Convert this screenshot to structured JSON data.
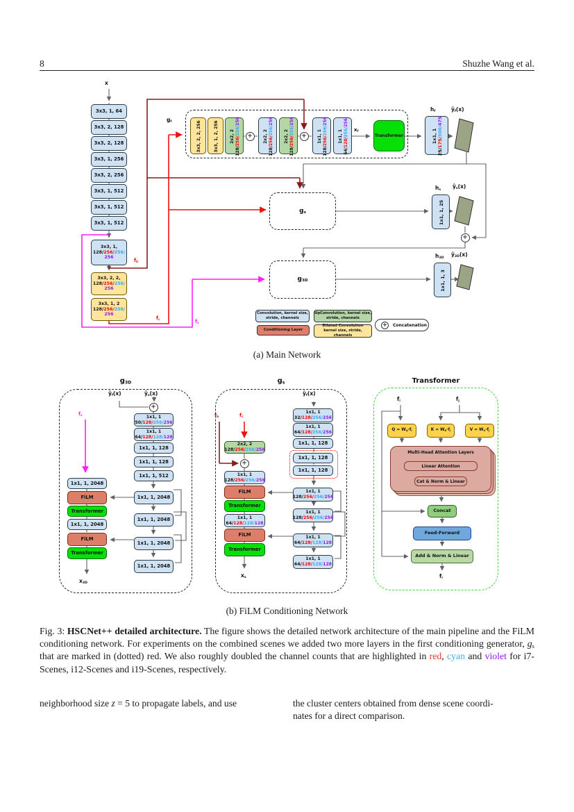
{
  "header": {
    "page_number": "8",
    "running_title": "Shuzhe Wang et al."
  },
  "symbols": {
    "oplus": "+"
  },
  "fig_a": {
    "caption": "(a) Main Network",
    "input": "x",
    "labels": {
      "gf": [
        [
          "g",
          ""
        ],
        [
          "f",
          "sub"
        ]
      ],
      "gs": [
        [
          "g",
          ""
        ],
        [
          "s",
          "sub"
        ]
      ],
      "g3d": [
        [
          "g",
          ""
        ],
        [
          "3D",
          "sub"
        ]
      ],
      "xf": [
        [
          "x",
          ""
        ],
        [
          "f",
          "sub"
        ]
      ],
      "hf": [
        [
          "h",
          ""
        ],
        [
          "f",
          "sub"
        ]
      ],
      "hs": [
        [
          "h",
          ""
        ],
        [
          "s",
          "sub"
        ]
      ],
      "h3d": [
        [
          "h",
          ""
        ],
        [
          "3D",
          "sub"
        ]
      ],
      "yf": [
        [
          "ŷ",
          ""
        ],
        [
          "f",
          "sub"
        ],
        [
          "(x)",
          ""
        ]
      ],
      "ys": [
        [
          "ŷ",
          ""
        ],
        [
          "s",
          "sub"
        ],
        [
          "(x)",
          ""
        ]
      ],
      "y3d": [
        [
          "ŷ",
          ""
        ],
        [
          "3D",
          "sub"
        ],
        [
          "(x)",
          ""
        ]
      ],
      "fb": [
        [
          "f",
          ""
        ],
        [
          "b",
          "sub"
        ]
      ],
      "fc": [
        [
          "f",
          ""
        ],
        [
          "c",
          "sub"
        ]
      ],
      "fs": [
        [
          "f",
          ""
        ],
        [
          "s",
          "sub"
        ]
      ]
    },
    "backbone": [
      "3x3, 1, 64",
      "3x3, 2, 128",
      "3x3, 2, 128",
      "3x3, 1, 256",
      "3x3, 2, 256",
      "3x3, 1, 512",
      "3x3, 1, 512",
      "3x3, 1, 512"
    ],
    "bottleneck": [
      [
        [
          "3x3, 1,",
          ""
        ]
      ],
      [
        [
          "128/",
          ""
        ],
        [
          "256/",
          "ch-r"
        ],
        [
          "256/",
          "ch-c"
        ]
      ],
      [
        [
          "256",
          "ch-v"
        ]
      ]
    ],
    "dilated1": [
      [
        [
          "3x3, 2, 2,",
          ""
        ]
      ],
      [
        [
          "128/",
          ""
        ],
        [
          "256/",
          "ch-r"
        ],
        [
          "256/",
          "ch-c"
        ]
      ],
      [
        [
          "256",
          "ch-v"
        ]
      ]
    ],
    "dilated2": [
      [
        [
          "3x3, 1, 2",
          ""
        ]
      ],
      [
        [
          "128/",
          ""
        ],
        [
          "256/",
          "ch-r"
        ],
        [
          "256/",
          "ch-c"
        ]
      ],
      [
        [
          "256",
          "ch-v"
        ]
      ]
    ],
    "gf": [
      [
        [
          [
            "3x3, 2, 2, 256",
            ""
          ]
        ]
      ],
      [
        [
          [
            "3x3, 1, 2, 256",
            ""
          ]
        ]
      ],
      [
        [
          [
            "2x2, 2",
            ""
          ]
        ],
        [
          [
            "128/",
            ""
          ],
          [
            "256/",
            "ch-r"
          ],
          [
            "256/",
            "ch-c"
          ],
          [
            "256",
            "ch-v"
          ]
        ]
      ],
      [
        [
          [
            "2x2, 2",
            ""
          ]
        ],
        [
          [
            "128/",
            ""
          ],
          [
            "256/",
            "ch-r"
          ],
          [
            "256/",
            "ch-c"
          ],
          [
            "256",
            "ch-v"
          ]
        ]
      ],
      [
        [
          [
            "2x2, 2",
            ""
          ]
        ],
        [
          [
            "128/",
            ""
          ],
          [
            "256/",
            "ch-r"
          ],
          [
            "256/",
            "ch-c"
          ],
          [
            "256",
            "ch-v"
          ]
        ]
      ],
      [
        [
          [
            "1x1, 1",
            ""
          ]
        ],
        [
          [
            "128/",
            ""
          ],
          [
            "256/",
            "ch-r"
          ],
          [
            "256/",
            "ch-c"
          ],
          [
            "256",
            "ch-v"
          ]
        ]
      ],
      [
        [
          [
            "1x1, 1",
            ""
          ]
        ],
        [
          [
            "64/",
            ""
          ],
          [
            "128/",
            "ch-r"
          ],
          [
            "256/",
            "ch-c"
          ],
          [
            "256",
            "ch-v"
          ]
        ]
      ]
    ],
    "transformer": "Transformer",
    "hf": [
      [
        [
          "1x1, 1",
          ""
        ]
      ],
      [
        [
          "25/",
          ""
        ],
        [
          "175/",
          "ch-r"
        ],
        [
          "300/",
          "ch-c"
        ],
        [
          "475",
          "ch-v"
        ]
      ]
    ],
    "hs": [
      [
        [
          "1x1, 1, 25",
          ""
        ]
      ]
    ],
    "h3d": [
      [
        [
          "1x1, 1, 3",
          ""
        ]
      ]
    ]
  },
  "legend": {
    "conv": [
      [
        [
          "Convolution, kernel size,",
          ""
        ]
      ],
      [
        [
          "stride, channels",
          ""
        ]
      ]
    ],
    "upconv": [
      [
        [
          "UpConvolution, kernel size,",
          ""
        ]
      ],
      [
        [
          "stride, channels",
          ""
        ]
      ]
    ],
    "film": [
      [
        [
          "Conditioning Layer",
          ""
        ]
      ]
    ],
    "dilated": [
      [
        [
          "Dilated Convolution",
          ""
        ]
      ],
      [
        [
          "kernel size, stride, channels",
          ""
        ]
      ]
    ],
    "concat": "Concatenation"
  },
  "fig_b": {
    "caption": "(b) FiLM Conditioning Network",
    "g3d": {
      "title": [
        [
          "g",
          ""
        ],
        [
          "3D",
          "sub"
        ]
      ],
      "in1": [
        [
          "ŷ",
          ""
        ],
        [
          "f",
          "sub"
        ],
        [
          "(x)",
          ""
        ]
      ],
      "in2": [
        [
          "ŷ",
          ""
        ],
        [
          "s",
          "sub"
        ],
        [
          "(x)",
          ""
        ]
      ],
      "f_in": [
        [
          "f",
          ""
        ],
        [
          "s",
          "sub"
        ]
      ],
      "rc": [
        [
          [
            [
              "1x1, 1",
              ""
            ]
          ],
          [
            [
              "50/",
              ""
            ],
            [
              "128/",
              "ch-r"
            ],
            [
              "256/",
              "ch-c"
            ],
            [
              "256",
              "ch-v"
            ]
          ]
        ],
        [
          [
            [
              "1x1, 1",
              ""
            ]
          ],
          [
            [
              "64/",
              ""
            ],
            [
              "128/",
              "ch-r"
            ],
            [
              "128/",
              "ch-c"
            ],
            [
              "128",
              "ch-v"
            ]
          ]
        ],
        [
          [
            [
              "1x1, 1, 128",
              ""
            ]
          ]
        ],
        [
          [
            [
              "1x1, 1, 128",
              ""
            ]
          ]
        ],
        [
          [
            [
              "1x1, 1, 512",
              ""
            ]
          ]
        ],
        [
          [
            [
              "1x1, 1, 2048",
              ""
            ]
          ]
        ],
        [
          [
            [
              "1x1, 1, 2048",
              ""
            ]
          ]
        ],
        [
          [
            [
              "1x1, 1, 2048",
              ""
            ]
          ]
        ],
        [
          [
            [
              "1x1, 1, 2048",
              ""
            ]
          ]
        ]
      ],
      "lc": [
        [
          [
            [
              "1x1, 1, 2048",
              ""
            ]
          ]
        ],
        [
          [
            [
              "FiLM",
              ""
            ]
          ]
        ],
        [
          [
            [
              "Transformer",
              ""
            ]
          ]
        ],
        [
          [
            [
              "1x1, 1, 2048",
              ""
            ]
          ]
        ],
        [
          [
            [
              "FiLM",
              ""
            ]
          ]
        ],
        [
          [
            [
              "Transformer",
              ""
            ]
          ]
        ]
      ],
      "out": [
        [
          "x",
          ""
        ],
        [
          "3D",
          "sub"
        ]
      ]
    },
    "gs": {
      "title": [
        [
          "g",
          ""
        ],
        [
          "s",
          "sub"
        ]
      ],
      "in1": [
        [
          "ŷ",
          ""
        ],
        [
          "f",
          "sub"
        ],
        [
          "(x)",
          ""
        ]
      ],
      "fb": [
        [
          "f",
          ""
        ],
        [
          "b",
          "sub"
        ]
      ],
      "fc": [
        [
          "f",
          ""
        ],
        [
          "c",
          "sub"
        ]
      ],
      "green": [
        [
          [
            "2x2, 2",
            ""
          ]
        ],
        [
          [
            "128/",
            ""
          ],
          [
            "256/",
            "ch-r"
          ],
          [
            "256/",
            "ch-c"
          ],
          [
            "256",
            "ch-v"
          ]
        ]
      ],
      "rc": [
        [
          [
            [
              "1x1, 1",
              ""
            ]
          ],
          [
            [
              "32/",
              ""
            ],
            [
              "128/",
              "ch-r"
            ],
            [
              "256/",
              "ch-c"
            ],
            [
              "256",
              "ch-v"
            ]
          ]
        ],
        [
          [
            [
              "1x1, 1",
              ""
            ]
          ],
          [
            [
              "64/",
              ""
            ],
            [
              "128/",
              "ch-r"
            ],
            [
              "256/",
              "ch-c"
            ],
            [
              "256",
              "ch-v"
            ]
          ]
        ],
        [
          [
            [
              "1x1, 1, 128",
              ""
            ]
          ]
        ],
        [
          [
            [
              "1x1, 1, 128",
              ""
            ]
          ]
        ],
        [
          [
            [
              "1x1, 1, 128",
              ""
            ]
          ]
        ],
        [
          [
            [
              "1x1, 1",
              ""
            ]
          ],
          [
            [
              "128/",
              ""
            ],
            [
              "256/",
              "ch-r"
            ],
            [
              "256/",
              "ch-c"
            ],
            [
              "256",
              "ch-v"
            ]
          ]
        ],
        [
          [
            [
              "1x1, 1",
              ""
            ]
          ],
          [
            [
              "128/",
              ""
            ],
            [
              "256/",
              "ch-r"
            ],
            [
              "256/",
              "ch-c"
            ],
            [
              "256",
              "ch-v"
            ]
          ]
        ],
        [
          [
            [
              "1x1, 1",
              ""
            ]
          ],
          [
            [
              "64/",
              ""
            ],
            [
              "128/",
              "ch-r"
            ],
            [
              "128/",
              "ch-c"
            ],
            [
              "128",
              "ch-v"
            ]
          ]
        ],
        [
          [
            [
              "1x1, 1",
              ""
            ]
          ],
          [
            [
              "64/",
              ""
            ],
            [
              "128/",
              "ch-r"
            ],
            [
              "128/",
              "ch-c"
            ],
            [
              "128",
              "ch-v"
            ]
          ]
        ]
      ],
      "lc": [
        [
          [
            [
              "1x1, 1",
              ""
            ]
          ],
          [
            [
              "128/",
              ""
            ],
            [
              "256/",
              "ch-r"
            ],
            [
              "256/",
              "ch-c"
            ],
            [
              "256",
              "ch-v"
            ]
          ]
        ],
        [
          [
            [
              "FiLM",
              ""
            ]
          ]
        ],
        [
          [
            [
              "Transformer",
              ""
            ]
          ]
        ],
        [
          [
            [
              "1x1, 1",
              ""
            ]
          ],
          [
            [
              "64/",
              ""
            ],
            [
              "128/",
              "ch-r"
            ],
            [
              "128/",
              "ch-c"
            ],
            [
              "128",
              "ch-v"
            ]
          ]
        ],
        [
          [
            [
              "FiLM",
              ""
            ]
          ]
        ],
        [
          [
            [
              "Transformer",
              ""
            ]
          ]
        ]
      ],
      "out": [
        [
          "x",
          ""
        ],
        [
          "s",
          "sub"
        ]
      ]
    },
    "tr": {
      "title": "Transformer",
      "fi": [
        [
          "f",
          ""
        ],
        [
          "i",
          "sub"
        ]
      ],
      "fj": [
        [
          "f",
          ""
        ],
        [
          "j",
          "sub"
        ]
      ],
      "q": [
        [
          "Q = W",
          ""
        ],
        [
          "Q",
          "sub"
        ],
        [
          "·f",
          ""
        ],
        [
          "i",
          "sub"
        ]
      ],
      "k": [
        [
          "K = W",
          ""
        ],
        [
          "K",
          "sub"
        ],
        [
          "·f",
          ""
        ],
        [
          "j",
          "sub"
        ]
      ],
      "v": [
        [
          "V = W",
          ""
        ],
        [
          "V",
          "sub"
        ],
        [
          "·f",
          ""
        ],
        [
          "j",
          "sub"
        ]
      ],
      "mha": "Multi-Head Attention Layers",
      "linear": "Linear Attention",
      "cat": "Cat & Norm & Linear",
      "concat": "Concat",
      "ff": "Feed-Forward",
      "addnorm": "Add & Norm & Linear",
      "out": [
        [
          "f",
          ""
        ],
        [
          "i",
          "sub"
        ]
      ]
    }
  },
  "caption3": [
    [
      "Fig. 3: ",
      ""
    ],
    [
      "HSCNet++ detailed architecture.",
      "rt-b"
    ],
    [
      " The figure shows the detailed network architecture of the main pipeline and the FiLM conditioning network. For experiments on the combined scenes we added two more layers in the first conditioning generator, ",
      ""
    ],
    [
      "g",
      "rt-i"
    ],
    [
      "s",
      "rt-i sub"
    ],
    [
      " that are marked in (dotted) red. We also roughly doubled the channel counts that are highlighted in ",
      ""
    ],
    [
      "red",
      "cw-r"
    ],
    [
      ", ",
      ""
    ],
    [
      "cyan",
      "cw-c"
    ],
    [
      " and ",
      ""
    ],
    [
      "violet",
      "cw-v"
    ],
    [
      " for i7-Scenes, i12-Scenes and i19-Scenes, respectively.",
      ""
    ]
  ],
  "body": {
    "col1": [
      [
        "neighborhood size ",
        ""
      ],
      [
        "z",
        "rt-i"
      ],
      [
        " = 5 to propagate labels, and use",
        ""
      ]
    ],
    "col2": [
      [
        [
          "the cluster centers obtained from dense scene coordi-",
          ""
        ]
      ],
      [
        [
          "nates for a direct comparison.",
          ""
        ]
      ]
    ]
  }
}
